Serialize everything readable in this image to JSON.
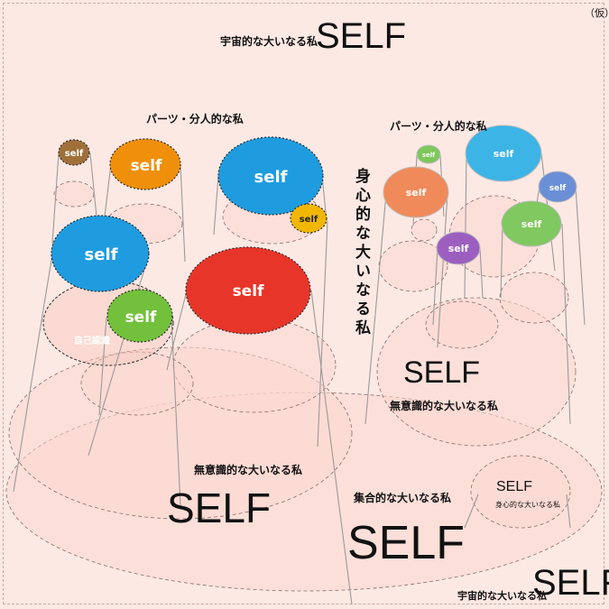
{
  "corner_mark": "（仮）",
  "top": {
    "caption": "宇宙的な大いなる私",
    "word": "SELF"
  },
  "left_group_title": "パーツ・分人的な私",
  "right_group_title": "パーツ・分人的な私",
  "vertical_label": "身心的な大いなる私",
  "left_inner_label": "自己認識",
  "left_unconscious": {
    "caption": "無意識的な大いなる私",
    "word": "SELF"
  },
  "right_unconscious": {
    "word": "SELF",
    "caption": "無意識的な大いなる私"
  },
  "collective": {
    "caption": "集合的な大いなる私",
    "word": "SELF"
  },
  "somatic_small": {
    "word": "SELF",
    "caption": "身心的な大いなる私"
  },
  "bottom": {
    "caption": "宇宙的な大いなる私",
    "word": "SELF"
  },
  "bubble_text": "self",
  "colors": {
    "background": "#fde9e4",
    "brown": "#a0703a",
    "orange": "#f0900a",
    "blue": "#1f9ce0",
    "gold": "#f2b705",
    "red": "#e8352a",
    "green": "#72c03c",
    "salmon": "#f08a5a",
    "light_green": "#7cc85a",
    "sky": "#3cb4e6",
    "slate_blue": "#6b8fd6",
    "purple": "#9c5fc0",
    "right_green": "#80c860"
  }
}
